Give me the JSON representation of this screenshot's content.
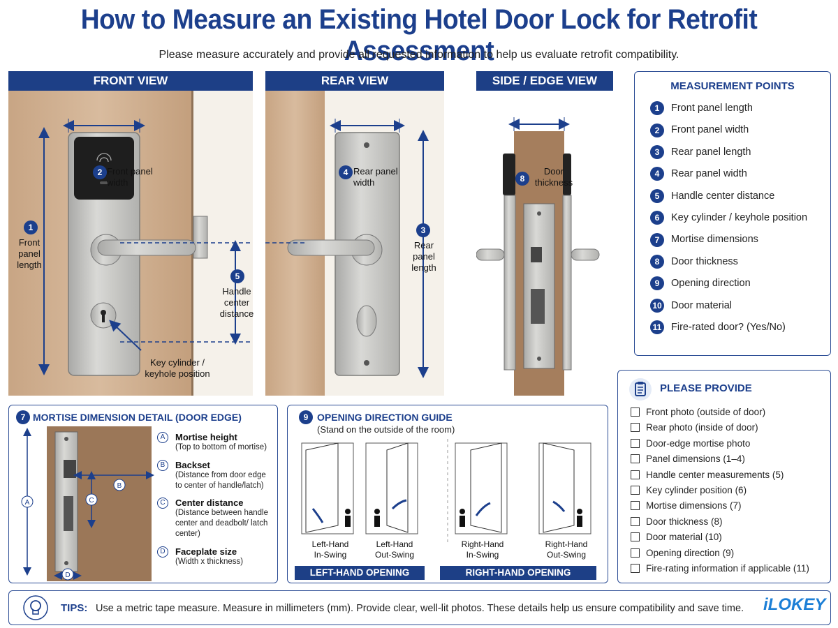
{
  "title": "How to Measure an Existing Hotel Door Lock for Retrofit Assessment",
  "subtitle": "Please measure accurately and provide all requested information to help us evaluate retrofit compatibility.",
  "views": {
    "front": {
      "header": "FRONT VIEW",
      "n1": "1",
      "l1": "Front panel length",
      "n2": "2",
      "l2": "Front panel width",
      "n5": "5",
      "l5": "Handle center distance",
      "n6": "6",
      "l6": "Key cylinder / keyhole position"
    },
    "rear": {
      "header": "REAR VIEW",
      "n4": "4",
      "l4": "Rear panel width",
      "n3": "3",
      "l3": "Rear panel length"
    },
    "side": {
      "header": "SIDE / EDGE VIEW",
      "n8": "8",
      "l8": "Door thickness"
    }
  },
  "measurement_points": {
    "title": "MEASUREMENT POINTS",
    "items": [
      {
        "n": "1",
        "label": "Front panel length"
      },
      {
        "n": "2",
        "label": "Front panel width"
      },
      {
        "n": "3",
        "label": "Rear panel length"
      },
      {
        "n": "4",
        "label": "Rear panel width"
      },
      {
        "n": "5",
        "label": "Handle center distance"
      },
      {
        "n": "6",
        "label": "Key cylinder / keyhole position"
      },
      {
        "n": "7",
        "label": "Mortise dimensions"
      },
      {
        "n": "8",
        "label": "Door thickness"
      },
      {
        "n": "9",
        "label": "Opening direction"
      },
      {
        "n": "10",
        "label": "Door material"
      },
      {
        "n": "11",
        "label": "Fire-rated door? (Yes/No)"
      }
    ]
  },
  "mortise": {
    "num": "7",
    "title": "MORTISE DIMENSION DETAIL (DOOR EDGE)",
    "items": [
      {
        "key": "A",
        "label": "Mortise height",
        "desc": "(Top to bottom of mortise)"
      },
      {
        "key": "B",
        "label": "Backset",
        "desc": "(Distance from door edge to center of handle/latch)"
      },
      {
        "key": "C",
        "label": "Center distance",
        "desc": "(Distance between handle center and deadbolt/ latch center)"
      },
      {
        "key": "D",
        "label": "Faceplate size",
        "desc": "(Width x thickness)"
      }
    ]
  },
  "opening": {
    "num": "9",
    "title": "OPENING DIRECTION GUIDE",
    "subtitle": "(Stand on the outside of the room)",
    "doors": [
      {
        "l1": "Left-Hand",
        "l2": "In-Swing"
      },
      {
        "l1": "Left-Hand",
        "l2": "Out-Swing"
      },
      {
        "l1": "Right-Hand",
        "l2": "In-Swing"
      },
      {
        "l1": "Right-Hand",
        "l2": "Out-Swing"
      }
    ],
    "left_bar": "LEFT-HAND OPENING",
    "right_bar": "RIGHT-HAND OPENING"
  },
  "provide": {
    "title": "PLEASE PROVIDE",
    "items": [
      "Front photo (outside of door)",
      "Rear photo (inside of door)",
      "Door-edge mortise photo",
      "Panel dimensions (1–4)",
      "Handle center measurements (5)",
      "Key cylinder position (6)",
      "Mortise dimensions (7)",
      "Door thickness  (8)",
      "Door material (10)",
      "Opening direction (9)",
      "Fire-rating information if applicable (11)"
    ]
  },
  "tips": {
    "label": "TIPS:",
    "text": "Use a metric tape measure. Measure in millimeters (mm). Provide clear, well-lit photos. These details help us ensure compatibility and save time."
  },
  "logo": "iLOKEY",
  "colors": {
    "primary": "#1d3f86",
    "wood": "#c9a98a",
    "metal": "#c8c8c6"
  }
}
